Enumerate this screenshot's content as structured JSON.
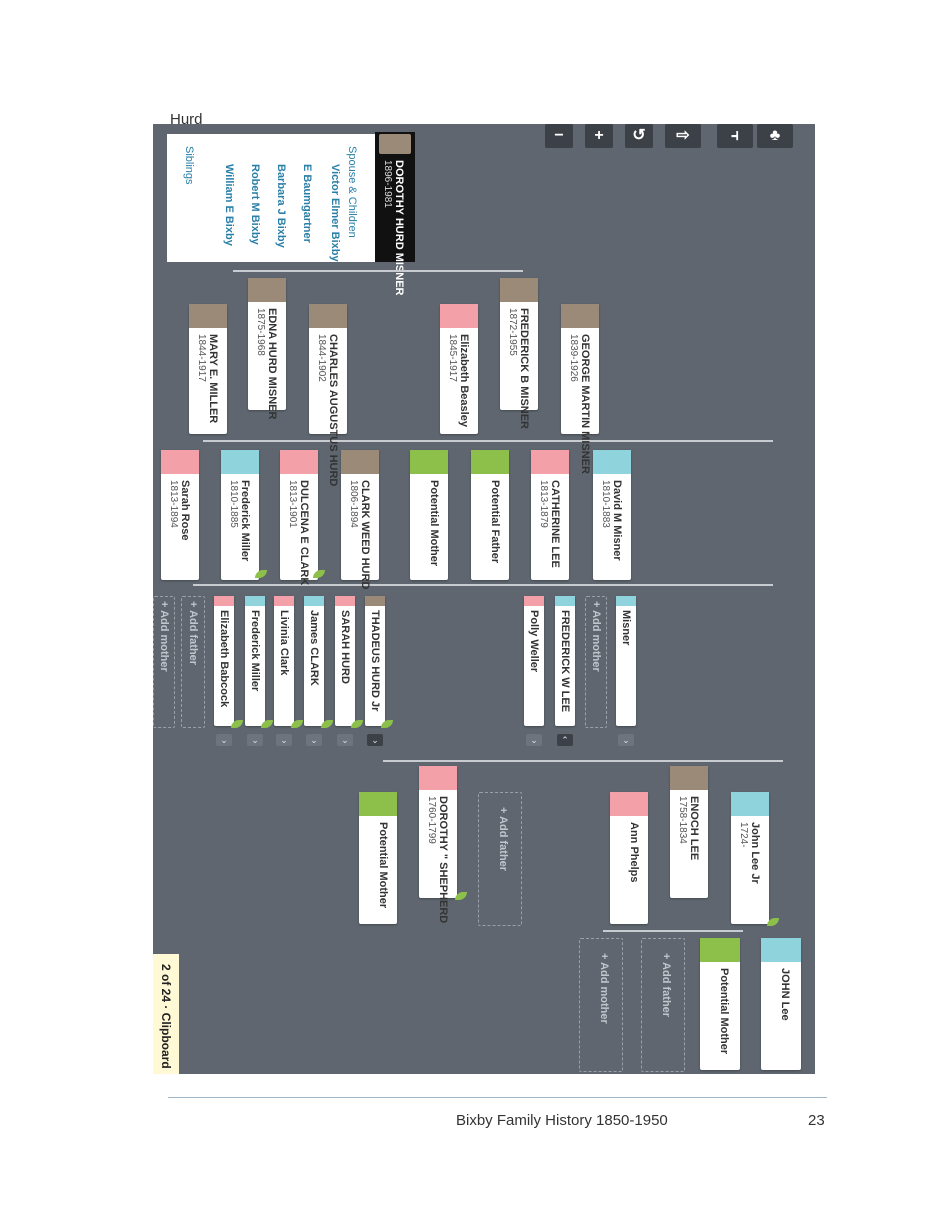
{
  "header": {
    "title": "Hurd"
  },
  "footer": {
    "title": "Bixby Family History 1850-1950",
    "page": "23"
  },
  "clipboard": {
    "label": "2 of 24 · Clipboard"
  },
  "toolbar": {
    "minus": "−",
    "plus": "+",
    "refresh": "↺",
    "export": "⇨",
    "pedigree": "⫞",
    "descendancy": "♣"
  },
  "panel": {
    "name": "DOROTHY HURD MISNER",
    "dates": "1896-1981",
    "spouse_heading": "Spouse & Children",
    "spouse": "Victor Elmer Bixby",
    "children": [
      "E Baumgartner",
      "Barbara J Bixby",
      "Robert M Bixby",
      "William E Bixby"
    ],
    "siblings": "Siblings"
  },
  "gen1": [
    {
      "name": "FREDERICK B MISNER",
      "dates": "1872-1955"
    },
    {
      "name": "EDNA HURD MISNER",
      "dates": "1875-1968"
    }
  ],
  "gen2": [
    {
      "name": "GEORGE MARTIN MISNER",
      "dates": "1839-1926"
    },
    {
      "name": "Elizabeth Beasley",
      "dates": "1845-1917"
    },
    {
      "name": "CHARLES AUGUSTUS HURD",
      "dates": "1844-1902"
    },
    {
      "name": "MARY E. MILLER",
      "dates": "1844-1917"
    }
  ],
  "gen3": [
    {
      "name": "David M Misner",
      "dates": "1810-1883"
    },
    {
      "name": "CATHERINE LEE",
      "dates": "1813-1879"
    },
    {
      "name": "Potential Father",
      "dates": ""
    },
    {
      "name": "Potential Mother",
      "dates": ""
    },
    {
      "name": "CLARK WEED HURD",
      "dates": "1806-1894"
    },
    {
      "name": "DULCENA E CLARK",
      "dates": "1813-1901"
    },
    {
      "name": "Frederick Miller",
      "dates": "1810-1885"
    },
    {
      "name": "Sarah Rose",
      "dates": "1813-1894"
    }
  ],
  "gen4": [
    {
      "name": "Misner"
    },
    {
      "name": "+ Add mother"
    },
    {
      "name": "FREDERICK W LEE"
    },
    {
      "name": "Polly Weller"
    },
    {
      "name": "THADEUS HURD Jr"
    },
    {
      "name": "SARAH HURD"
    },
    {
      "name": "James CLARK"
    },
    {
      "name": "Livinia Clark"
    },
    {
      "name": "Frederick Miller"
    },
    {
      "name": "Elizabeth Babcock"
    },
    {
      "name": "+ Add father"
    },
    {
      "name": "+ Add mother"
    }
  ],
  "gen5": [
    {
      "name": "John Lee Jr",
      "dates": "1724-"
    },
    {
      "name": "ENOCH LEE",
      "dates": "1758-1834"
    },
    {
      "name": "Ann Phelps",
      "dates": ""
    },
    {
      "name": "+ Add father",
      "dates": ""
    },
    {
      "name": "DOROTHY \" SHEPHERD",
      "dates": "1760-1799"
    },
    {
      "name": "Potential Mother",
      "dates": ""
    }
  ],
  "gen6": [
    {
      "name": "JOHN Lee"
    },
    {
      "name": "Potential Mother"
    },
    {
      "name": "+ Add father"
    },
    {
      "name": "+ Add mother"
    }
  ]
}
